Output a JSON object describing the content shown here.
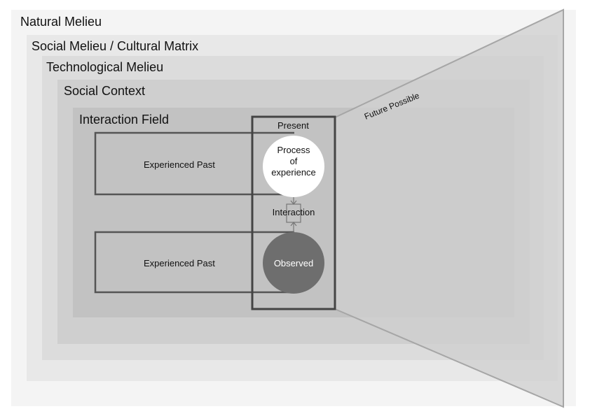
{
  "levels": {
    "natural": "Natural Melieu",
    "social": "Social Melieu / Cultural Matrix",
    "technological": "Technological Melieu",
    "social_context": "Social Context",
    "interaction_field": "Interaction Field"
  },
  "present": {
    "label": "Present",
    "process_line1": "Process",
    "process_line2": "of",
    "process_line3": "experience",
    "interaction": "Interaction",
    "observed": "Observed"
  },
  "past": {
    "upper": "Experienced Past",
    "lower": "Experienced Past"
  },
  "future": {
    "label": "Future Possible"
  },
  "colors": {
    "frame": "#555555",
    "observed_fill": "#6e6e6e",
    "process_fill": "#ffffff",
    "cone_fill": "#dadada"
  }
}
